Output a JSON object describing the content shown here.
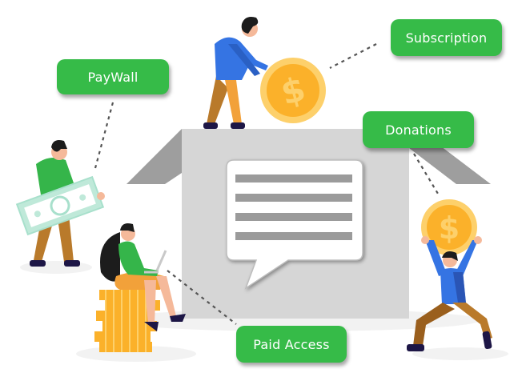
{
  "illustration": {
    "labels": {
      "paywall": "PayWall",
      "subscription": "Subscription",
      "donations": "Donations",
      "paid_access": "Paid Access"
    },
    "colors": {
      "label_green": "#36bb48",
      "box_gray": "#d6d6d6",
      "flap_gray": "#9e9e9e",
      "bubble_line_gray": "#9b9b9b",
      "coin_gold": "#fbb12a",
      "coin_light": "#fdd06b",
      "shirt_blue": "#3574e3",
      "shirt_green": "#35b54a",
      "pants_brown": "#b97a2b",
      "pants_orange": "#f2a13a",
      "shoe_navy": "#1d1646",
      "hair_dark": "#1c1c1c",
      "skin": "#f5b99a",
      "bill_mint": "#bfe9d9"
    },
    "icons": [
      "dollar-coin",
      "dollar-bill",
      "coin-stack",
      "laptop",
      "speech-bubble",
      "open-box"
    ]
  }
}
